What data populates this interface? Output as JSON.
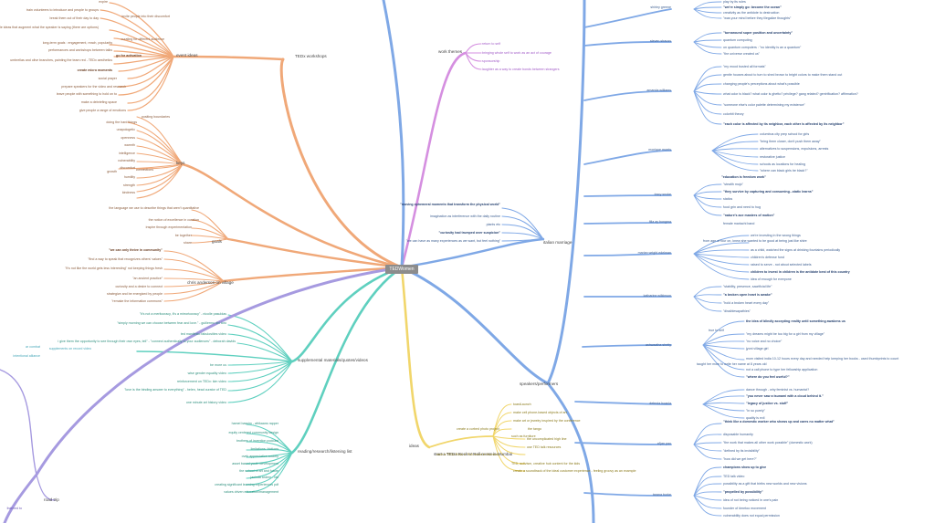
{
  "root": {
    "label": "TEDWomen"
  },
  "branches": {
    "workshops": "TEDx workshops",
    "work_themes": "work themes",
    "event_ideas": "event ideas",
    "keys": "keys",
    "goals": "goals",
    "chris_anderson": "chris anderson on village",
    "supplemental": "supplemental materials/quotes/videos",
    "reading": "reading/research/listening list",
    "road_trip": "road trip",
    "italian_marriage": "italian marriage",
    "speakers": "speakers/performers",
    "ideas": "ideas",
    "start_teds": "start a TEDx Rock n' Roll event in Mumbai"
  },
  "left_labels": {
    "workshops_items": [
      "expire",
      "train volunteers to introduce and people to groups",
      "invite people into their discomfort",
      "break them out of their day to day",
      "clean and simple ideas that augment what the speaker is saying (there are options)",
      "curating for different audience",
      "long-term goals : engagement, reach, popularity",
      "go for activation",
      "performances and workshops between talks",
      "umbrellas and olive branches, painting the team red - TEDx aesthetics",
      "create micro moments",
      "social prayer",
      "prepare speakers for the video and research",
      "leave people with something to hold on to",
      "make a debriefing space",
      "give people a range of emotions"
    ],
    "keys_items": [
      "positing boundaries",
      "doing the hard things",
      "unapologetic",
      "openness",
      "warmth",
      "intelligence",
      "vulnerability",
      "connections",
      "discomfort",
      "growth",
      "humility",
      "strength",
      "kindness"
    ],
    "goals_items": [
      "the language we use to describe things that aren't quantitative",
      "the notion of excellence in curation",
      "inspire through experimentation",
      "be together",
      "share"
    ],
    "anderson_items": [
      "\"we can only thrive in community\"",
      "\"find a way to speak that recognizes others' values\"",
      "\"it's not like the world gets less interesting\" not keeping things fresh",
      "\"an ancient practice\"",
      "curiosity and a desire to connect",
      "strategize and be energized by people",
      "\"remake the information commons\""
    ],
    "supplemental_items": [
      "\"it's not a meritocracy, it's a mirrortocracy\" - nicolle pasuldas",
      "\"simply morning we can choose between fear and love.\" - guillermo del toro",
      "ted manifesto fabulosities video",
      "i give them the opportunity to see through their own eyes, tell\" - \"connect authentically to your audiences\" - deborah davids",
      "be more us",
      "wise gender equality video",
      "reinforcement on TEDx: kim video",
      "\"love is the binding answer to everything\" - helen, head curator of TED",
      "one minute art history video"
    ],
    "supplemental_side": [
      "ar combat",
      "supplements on record video",
      "intentional alliance"
    ],
    "reading_items": [
      "hamel bassim - afrikaans rapper",
      "equity centered community design",
      "brothers of invention podcast",
      "limitations: frictions",
      "ovek appreciation society",
      "asset based youth development",
      "the school of art and future",
      "jacinda ardern - fail",
      "creating significant learning experiences pdf",
      "values driven education/management"
    ],
    "road_trip_items": [
      "listened to"
    ]
  },
  "right_labels": {
    "work_themes_items": [
      "return to self",
      "bringing whole self to work as an act of courage",
      "sponsorship",
      "laughter as a way to create bonds between strangers"
    ],
    "italian_items": [
      "\"moving ephemeral moments that transform the physical world\"",
      "imagination as interference with the daily routine",
      "plants etc",
      "\"curiosity had trumped over suspicion\"",
      "\"we can have as many experiences as we want, but feel nothing\""
    ],
    "speaker_names": [
      "shirley greene",
      "steven strauss",
      "amanda williams",
      "monique morris",
      "tracy snoke",
      "fiila ay bongma",
      "marian wright edelman",
      "katharine wilkinson",
      "ashwaatha shetty",
      "debroia hoanla",
      "al'jan pao",
      "tarana burke"
    ],
    "shirley_items": [
      "play by its rules",
      "\"we're simply go: become the ocean\"",
      "creativity as the antidote to destruction",
      "\"was your mind before they illegalize thoughts\""
    ],
    "steven_items": [
      "\"turnaround super position and uncertainty\"",
      "quantum computing",
      "on quantum computers : \"no identity is an a quantum\"",
      "\"the universe created us\""
    ],
    "amanda_items": [
      "\"my mood busted all formats\"",
      "gentle houses about to turn to shed brown to bright colors to make them stand out",
      "changing people's perceptions about what's possible",
      "what color is black? what color is ghetto? privilege? gang related? gentrification? affirmation?",
      "\"someone else's color palette determining my existence\"",
      "colorbit theory",
      "\"each color is affected by its neighbor, each other is affected by its neighbor\""
    ],
    "monique_items": [
      "columbus city prep school for girls",
      "\"bring them closer, don't push them away\"",
      "alternatives to suspensions, expulsions, arrests",
      "restorative justice",
      "schools as locations for healing",
      "\"where can black girls be black?\"",
      "\"education is freedom work\""
    ],
    "tracy_items": [
      "\"stealth mojo\"",
      "\"they survive by capturing and consuming...static learns\"",
      "statics",
      "food grin and need to hug",
      "\"nature's ace masters of motion\""
    ],
    "fiila_items": [
      "female mariachi band"
    ],
    "marian_items": [
      "we're investing in the wrong things",
      "from age of four on, knew she wanted to be good at being just like shire",
      "as a child, watched the signs at drinking fountains periodically",
      "children's defense fund",
      "raised to serve - not about selected labels",
      "children to invest in children is the antidote best of this country",
      "idea of enough for everyone"
    ],
    "katharine_items": [
      "\"stability, presence, sacrificial life\"",
      "\"a broken open heart is awake\"",
      "\"hold a broken heart every day\"",
      "\"dissiblesapathies\""
    ],
    "ashwaatha_items": [
      "the idea of blindly accepting reality until something awakens us",
      "true to self",
      "\"my dreams might be too big for a girl from my village\"",
      "\"no voice and no choice\"",
      "jyoni village girl",
      "taught her mom to write her name at 8 years old",
      "mom visited india 10-12 hours every day and needed help keeping her books - used thumbprints to count",
      "not a call phone to type her fellowship application",
      "\"where do you feel useful?\""
    ],
    "debroia_items": [
      "dance through - why feminist vs. humanist?",
      "\"you never saw a tsunami with a cloud behind it.\"",
      "\"legacy of justice vs. stuff\"",
      "\"in so purely\"",
      "quality is evil"
    ],
    "aljan_items": [
      "\"think like a domestic worker who shows up and cares no matter what\"",
      "disposable humanity",
      "\"the work that makes all other work possible\" (domestic work)",
      "\"defined by its invisibility\"",
      "\"how did we get here?\""
    ],
    "tarana_items": [
      "champions show up to give",
      "TED talk video",
      "possibility as a gift that births new worlds and new visions",
      "\"propelled by possibility\"",
      "idea of not being noticed in one's pain",
      "founder of #metoo movement",
      "vulnerability does not equal permission"
    ],
    "ideas_items": [
      "toastLaunch",
      "make cell phone-based objects of art",
      "make art or jewelry inspired by the conference",
      "create a curbed photo project",
      "the tango",
      "such as furniture",
      "the uncomplicated high line",
      "start a TEDx Rock n' Roll event in Mumbai",
      "use TED talk resources",
      "TED, activism, creative hub content for the kids",
      "create a soundtrack of the ideal customer experience - feeling groovy as an example"
    ]
  }
}
